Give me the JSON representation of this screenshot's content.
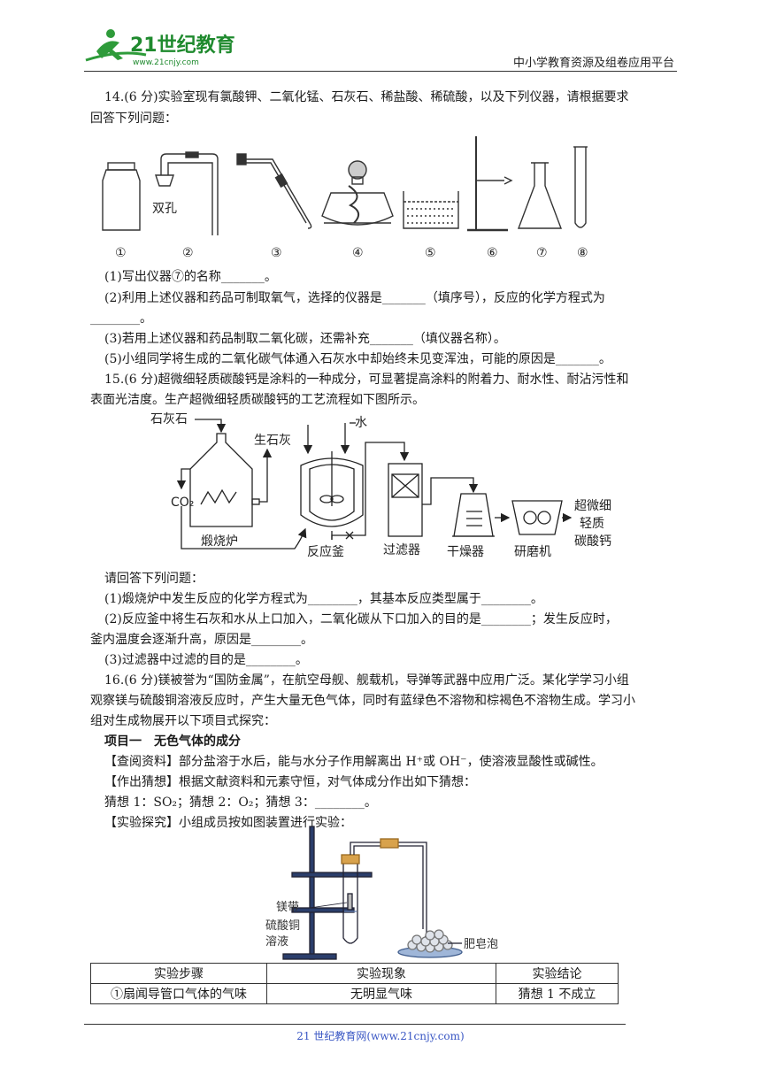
{
  "header": {
    "logo_text": "21世纪教育",
    "logo_url": "www.21cnjy.com",
    "platform": "中小学教育资源及组卷应用平台"
  },
  "q14": {
    "stem1": "14.(6 分)实验室现有氯酸钾、二氧化锰、石灰石、稀盐酸、稀硫酸，以及下列仪器，请根据要求",
    "stem2": "回答下列问题：",
    "label_double_hole": "双孔",
    "apparatus_numbers": [
      "①",
      "②",
      "③",
      "④",
      "⑤",
      "⑥",
      "⑦",
      "⑧"
    ],
    "p1": "(1)写出仪器⑦的名称_______。",
    "p2a": "(2)利用上述仪器和药品可制取氧气，选择的仪器是_______（填序号），反应的化学方程式为",
    "p2b": "________。",
    "p3": "(3)若用上述仪器和药品制取二氧化碳，还需补充_______（填仪器名称）。",
    "p5": "(5)小组同学将生成的二氧化碳气体通入石灰水中却始终未见变浑浊，可能的原因是_______。"
  },
  "q15": {
    "stem1": "15.(6 分)超微细轻质碳酸钙是涂料的一种成分，可显著提高涂料的附着力、耐水性、耐沾污性和",
    "stem2": "表面光洁度。生产超微细轻质碳酸钙的工艺流程如下图所示。",
    "flow": {
      "limestone": "石灰石",
      "quicklime": "生石灰",
      "water": "水",
      "co2": "CO₂",
      "furnace": "煅烧炉",
      "reactor": "反应釜",
      "filter": "过滤器",
      "dryer": "干燥器",
      "grinder": "研磨机",
      "product1": "超微细",
      "product2": "轻质",
      "product3": "碳酸钙"
    },
    "ask": "请回答下列问题：",
    "p1": "(1)煅烧炉中发生反应的化学方程式为________，其基本反应类型属于________。",
    "p2a": "(2)反应釜中将生石灰和水从上口加入，二氧化碳从下口加入的目的是________；发生反应时，",
    "p2b": "釜内温度会逐渐升高，原因是________。",
    "p3": "(3)过滤器中过滤的目的是________。"
  },
  "q16": {
    "stem1": "16.(6 分)镁被誉为“国防金属”，在航空母舰、舰载机，导弹等武器中应用广泛。某化学学习小组",
    "stem2": "观察镁与硫酸铜溶液反应时，产生大量无色气体，同时有蓝绿色不溶物和棕褐色不溶物生成。学习小",
    "stem3": "组对生成物展开以下项目式探究：",
    "project1": "项目一　无色气体的成分",
    "info": "【查阅资料】部分盐溶于水后，能与水分子作用解离出 H⁺或 OH⁻，使溶液显酸性或碱性。",
    "guess_intro": "【作出猜想】根据文献资料和元素守恒，对气体成分作出如下猜想：",
    "guesses": "猜想 1：SO₂；猜想 2：O₂；猜想 3：________。",
    "explore": "【实验探究】小组成员按如图装置进行实验：",
    "label_mg": "镁带",
    "label_cuso4_1": "硫酸铜",
    "label_cuso4_2": "溶液",
    "label_soap": "肥皂泡",
    "table": {
      "headers": [
        "实验步骤",
        "实验现象",
        "实验结论"
      ],
      "rows": [
        [
          "①扇闻导管口气体的气味",
          "无明显气味",
          "猜想 1 不成立"
        ]
      ]
    }
  },
  "footer": "21 世纪教育网(www.21cnjy.com)"
}
